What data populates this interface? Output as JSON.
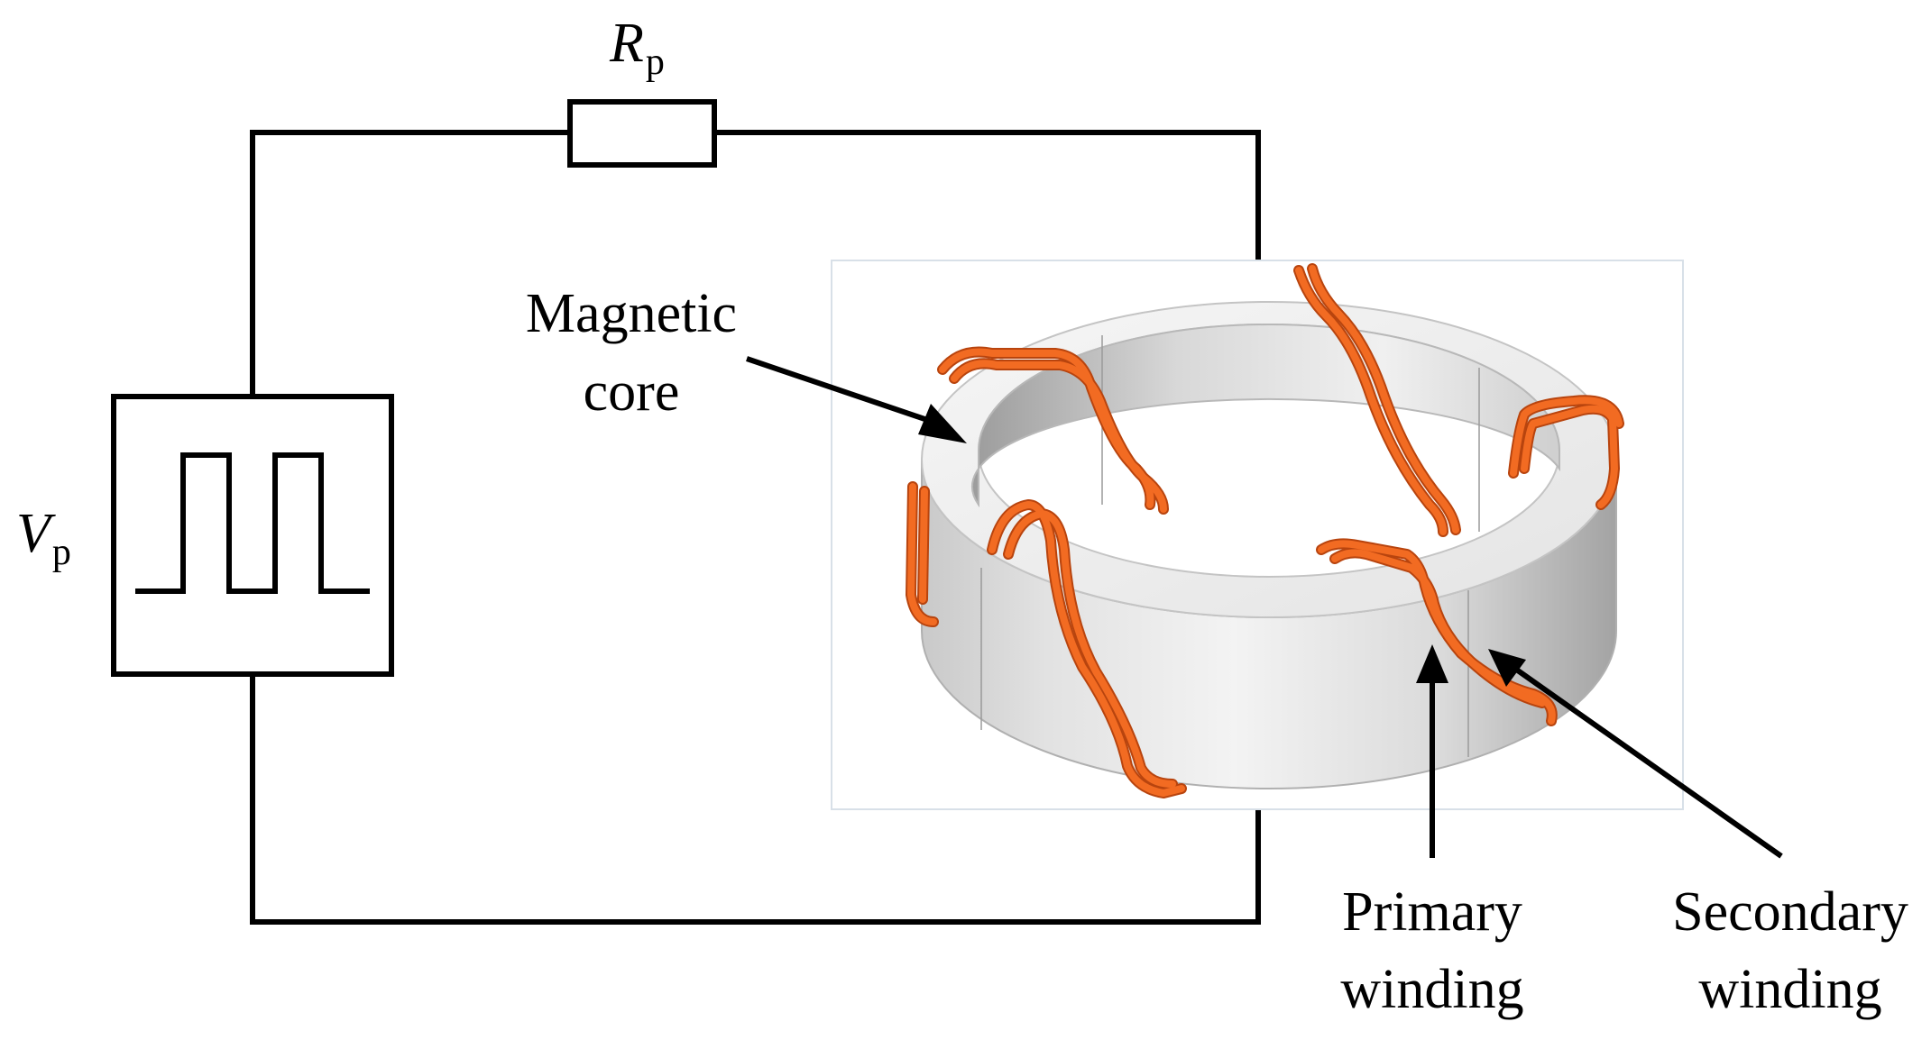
{
  "labels": {
    "resistor_main": "R",
    "resistor_sub": "p",
    "source_main": "V",
    "source_sub": "p",
    "core_line1": "Magnetic",
    "core_line2": "core",
    "primary_line1": "Primary",
    "primary_line2": "winding",
    "secondary_line1": "Secondary",
    "secondary_line2": "winding"
  },
  "colors": {
    "wire": "#000000",
    "winding": "#f26b22",
    "winding_dark": "#b8440e",
    "core_light": "#f0f0f0",
    "core_mid": "#d6d6d6",
    "core_dark": "#a9a9a9",
    "panel_border": "#d8e0e8"
  },
  "icons": {
    "resistor": "resistor-symbol",
    "source": "square-pulse-source-symbol",
    "core": "toroidal-core"
  }
}
